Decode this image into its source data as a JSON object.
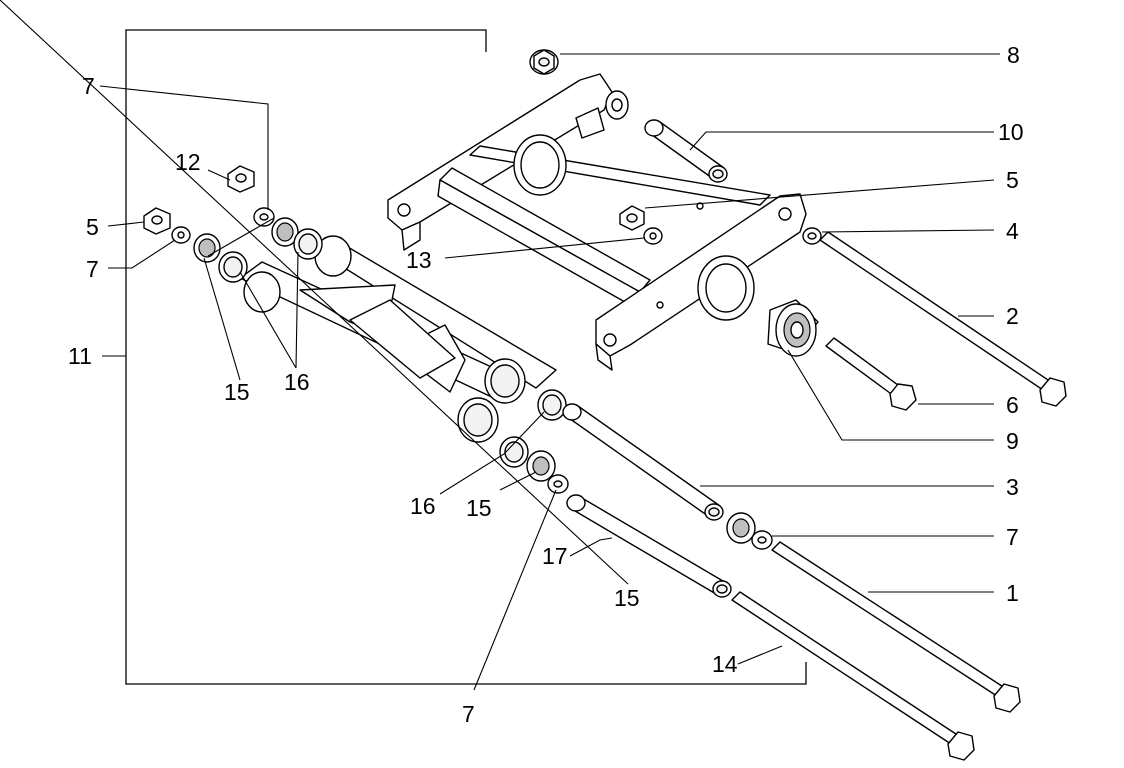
{
  "colors": {
    "line": "#000000",
    "background": "#ffffff",
    "fill_light": "#f2f2f2",
    "fill_dark": "#bfbfbf"
  },
  "callouts": [
    {
      "id": "c8",
      "text": "8"
    },
    {
      "id": "c10",
      "text": "10"
    },
    {
      "id": "c5-right",
      "text": "5"
    },
    {
      "id": "c4",
      "text": "4"
    },
    {
      "id": "c2",
      "text": "2"
    },
    {
      "id": "c6",
      "text": "6"
    },
    {
      "id": "c9",
      "text": "9"
    },
    {
      "id": "c3",
      "text": "3"
    },
    {
      "id": "c7-right",
      "text": "7"
    },
    {
      "id": "c1",
      "text": "1"
    },
    {
      "id": "c7-top",
      "text": "7"
    },
    {
      "id": "c12",
      "text": "12"
    },
    {
      "id": "c5-left",
      "text": "5"
    },
    {
      "id": "c7-left",
      "text": "7"
    },
    {
      "id": "c13",
      "text": "13"
    },
    {
      "id": "c11",
      "text": "11"
    },
    {
      "id": "c15-left",
      "text": "15"
    },
    {
      "id": "c16-left",
      "text": "16"
    },
    {
      "id": "c16-mid",
      "text": "16"
    },
    {
      "id": "c15-mid",
      "text": "15"
    },
    {
      "id": "c17",
      "text": "17"
    },
    {
      "id": "c15-low",
      "text": "15"
    },
    {
      "id": "c14",
      "text": "14"
    },
    {
      "id": "c7-bottom",
      "text": "7"
    }
  ]
}
